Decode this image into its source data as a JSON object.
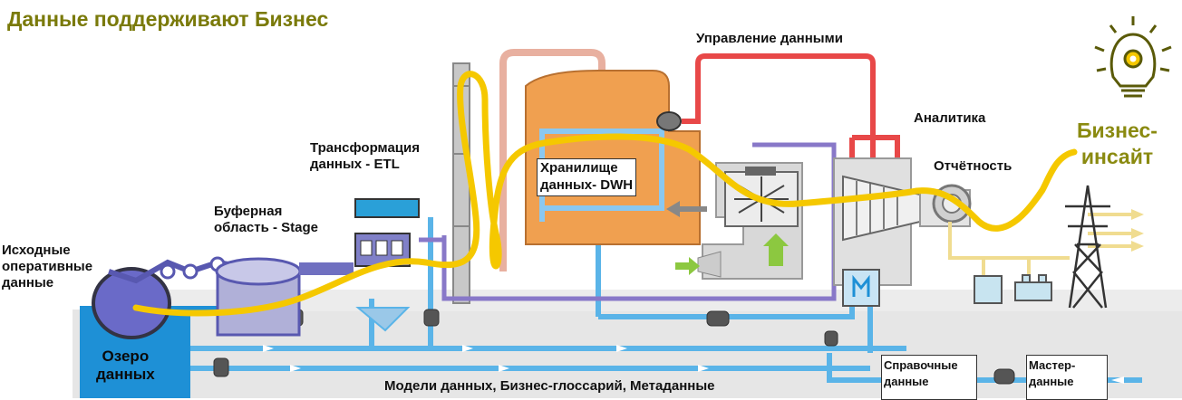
{
  "title": "Данные поддерживают Бизнес",
  "insight_label": "Бизнес-\nинсайт",
  "labels": {
    "source_data": "Исходные\nоперативные\nданные",
    "lake": "Озеро\nданных",
    "staging": "Буферная\nобласть - Stage",
    "etl": "Трансформация\nданных - ETL",
    "dwh": "Хранилище\nданных- DWH",
    "data_management": "Управление данными",
    "analytics": "Аналитика",
    "reporting": "Отчётность",
    "models": "Модели данных, Бизнес-глоссарий, Метаданные",
    "reference_data": "Справочные\nданные",
    "master_data": "Мастер-\nданные"
  },
  "colors": {
    "flow": "#f5c800",
    "water": "#5ab4e8",
    "lake": "#1e90d6",
    "dwh": "#f0a050",
    "management": "#e84848",
    "purple_pipe": "#8878c8",
    "ground": "#e6e6e6",
    "title": "#7a7a0a",
    "insight": "#8a8a10"
  },
  "icons": {
    "insight": "lightbulb-gear-icon",
    "power_tower": "power-tower-icon"
  }
}
